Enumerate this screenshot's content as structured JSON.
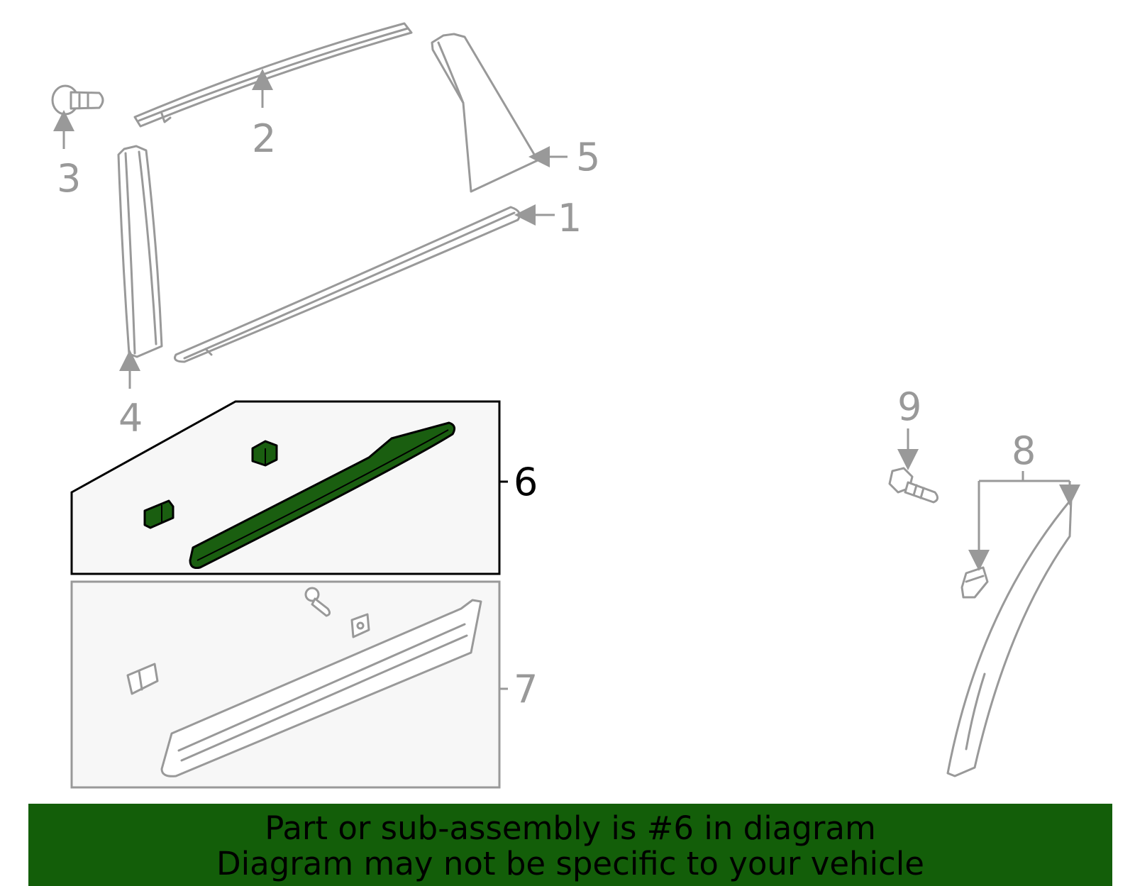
{
  "callouts": {
    "c1": "1",
    "c2": "2",
    "c3": "3",
    "c4": "4",
    "c5": "5",
    "c6": "6",
    "c7": "7",
    "c8": "8",
    "c9": "9"
  },
  "highlighted_part": "6",
  "colors": {
    "highlight_fill": "#1a5e10",
    "banner_bg": "#135e09",
    "part_line": "#999999",
    "subassembly_box_fill": "#f7f7f7"
  },
  "banner": {
    "line1": "Part or sub-assembly is #6 in diagram",
    "line2": "Diagram may not be specific to your vehicle"
  }
}
